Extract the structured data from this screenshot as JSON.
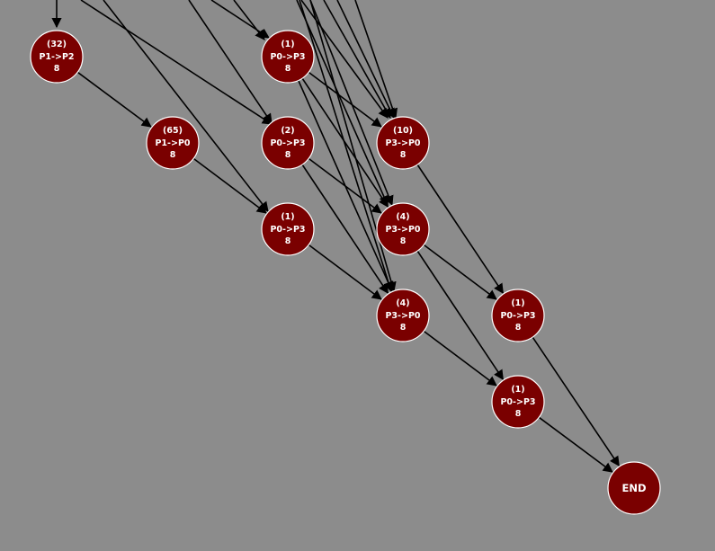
{
  "diagram": {
    "colors": {
      "background": "#8c8c8c",
      "node_fill": "#7a0000",
      "node_stroke": "#ffffff",
      "edge": "#000000",
      "label": "#ffffff"
    },
    "nodes": [
      {
        "id": "n_32",
        "count": "(32)",
        "transfer": "P1->P2",
        "size": "8"
      },
      {
        "id": "n_65",
        "count": "(65)",
        "transfer": "P1->P0",
        "size": "8"
      },
      {
        "id": "n_1a",
        "count": "(1)",
        "transfer": "P0->P3",
        "size": "8"
      },
      {
        "id": "n_2",
        "count": "(2)",
        "transfer": "P0->P3",
        "size": "8"
      },
      {
        "id": "n_1b",
        "count": "(1)",
        "transfer": "P0->P3",
        "size": "8"
      },
      {
        "id": "n_10",
        "count": "(10)",
        "transfer": "P3->P0",
        "size": "8"
      },
      {
        "id": "n_4a",
        "count": "(4)",
        "transfer": "P3->P0",
        "size": "8"
      },
      {
        "id": "n_4b",
        "count": "(4)",
        "transfer": "P3->P0",
        "size": "8"
      },
      {
        "id": "n_1c",
        "count": "(1)",
        "transfer": "P0->P3",
        "size": "8"
      },
      {
        "id": "n_1d",
        "count": "(1)",
        "transfer": "P0->P3",
        "size": "8"
      },
      {
        "id": "end",
        "label": "END"
      }
    ],
    "edges": [
      {
        "from": "n_32",
        "to": "n_65"
      },
      {
        "from": "n_65",
        "to": "n_1b"
      },
      {
        "from": "n_1a",
        "to": "n_10"
      },
      {
        "from": "n_1a",
        "to": "n_4a"
      },
      {
        "from": "n_1a",
        "to": "n_4b"
      },
      {
        "from": "n_2",
        "to": "n_4a"
      },
      {
        "from": "n_2",
        "to": "n_4b"
      },
      {
        "from": "n_10",
        "to": "n_1c"
      },
      {
        "from": "n_4a",
        "to": "n_1c"
      },
      {
        "from": "n_4a",
        "to": "n_1d"
      },
      {
        "from": "n_1b",
        "to": "n_4b"
      },
      {
        "from": "n_4b",
        "to": "n_1d"
      },
      {
        "from": "n_1c",
        "to": "end"
      },
      {
        "from": "n_1d",
        "to": "end"
      }
    ]
  }
}
